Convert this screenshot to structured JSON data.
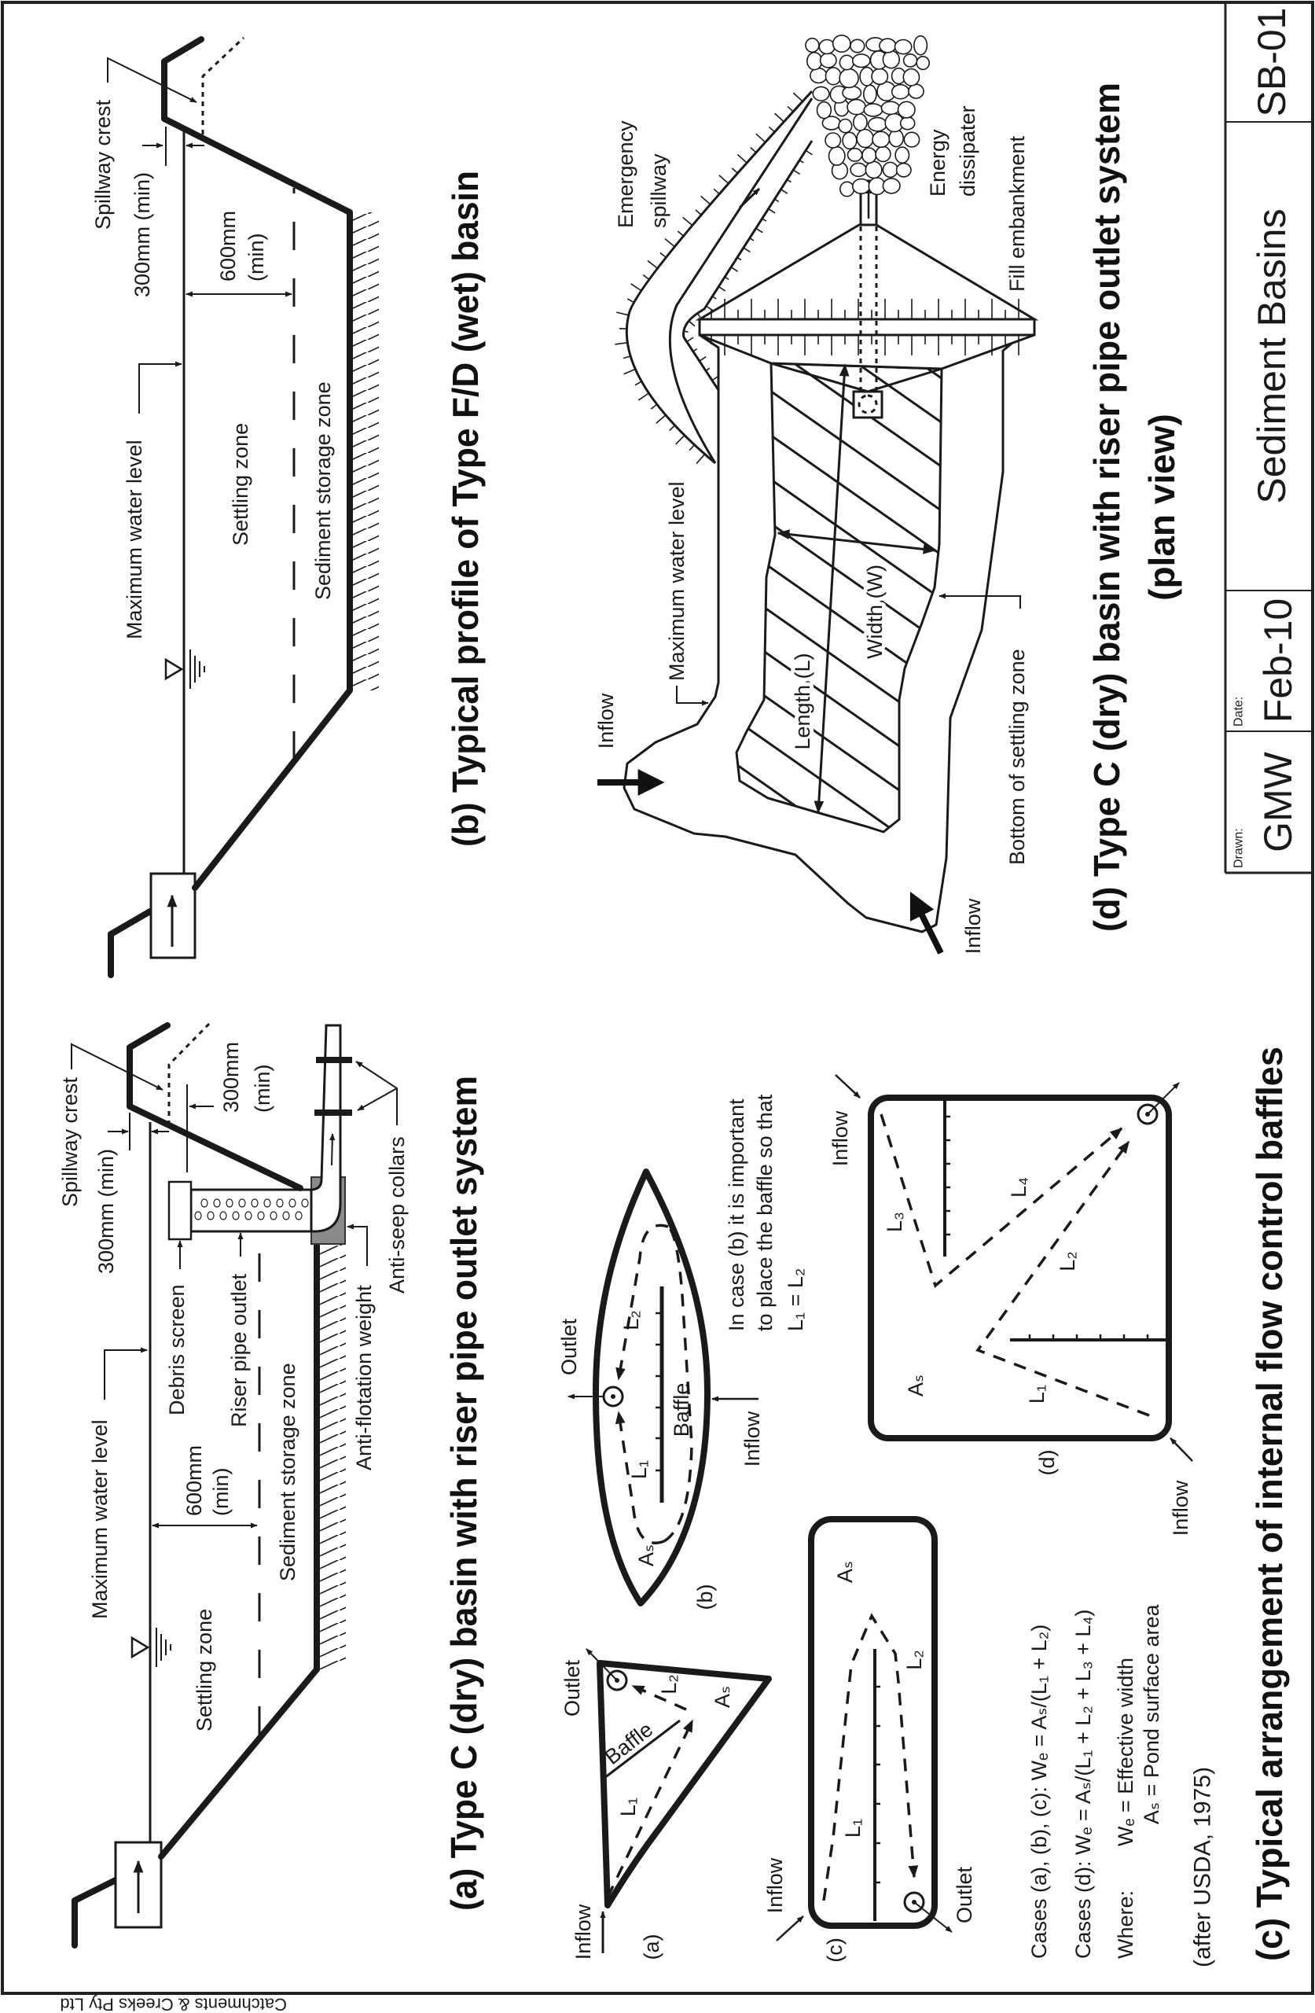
{
  "title_block": {
    "sheet_id": "SB-01",
    "title": "Sediment Basins",
    "date_label": "Date:",
    "date": "Feb-10",
    "drawn_label": "Drawn:",
    "drawn_by": "GMW"
  },
  "footer": "Catchments & Creeks Pty Ltd",
  "colors": {
    "line": "#1a1a1a",
    "anti_flotation_weight": "#8a8a8a",
    "background": "#ffffff"
  },
  "panel_a": {
    "title": "(a) Type C (dry) basin with riser pipe outlet system",
    "maximum_water_level": "Maximum water level",
    "settling_zone": "Settling zone",
    "sediment_storage_zone": "Sediment storage zone",
    "depth_600": "600mm",
    "min": "(min)",
    "debris_screen": "Debris screen",
    "riser_pipe_outlet": "Riser pipe outlet",
    "anti_flotation_weight": "Anti-flotation weight",
    "anti_seep_collars": "Anti-seep collars",
    "spillway_crest": "Spillway crest",
    "freeboard_300": "300mm (min)",
    "crest_300": "300mm"
  },
  "panel_b": {
    "title": "(b) Typical profile of Type F/D (wet) basin",
    "maximum_water_level": "Maximum water level",
    "settling_zone": "Settling zone",
    "sediment_storage_zone": "Sediment storage zone",
    "depth_600": "600mm",
    "min": "(min)",
    "spillway_crest": "Spillway crest",
    "freeboard_300": "300mm (min)"
  },
  "panel_c": {
    "title": "(c) Typical arrangement of internal flow control baffles",
    "inflow": "Inflow",
    "outlet": "Outlet",
    "baffle": "Baffle",
    "L1": "L₁",
    "L2": "L₂",
    "L3": "L₃",
    "L4": "L₄",
    "AS": "Aₛ",
    "case_tags": [
      "(a)",
      "(b)",
      "(c)",
      "(d)"
    ],
    "note": [
      "In case (b) it is important",
      "to place the baffle so that",
      "L₁ = L₂"
    ],
    "formulas": {
      "cases_abc": "Cases (a), (b), (c):  Wₑ = Aₛ/(L₁ + L₂)",
      "cases_d": "Cases (d):  Wₑ = Aₛ/(L₁ + L₂ + L₃ + L₄)",
      "where": "Where:",
      "we_definition": "Wₑ = Effective width",
      "as_definition": "Aₛ = Pond surface area",
      "source": "(after USDA, 1975)"
    }
  },
  "panel_d": {
    "title": "(d) Type C (dry) basin with riser pipe outlet system",
    "subtitle": "(plan view)",
    "emergency_spillway": [
      "Emergency",
      "spillway"
    ],
    "energy_dissipater": [
      "Energy",
      "dissipater"
    ],
    "fill_embankment": "Fill embankment",
    "maximum_water_level": "Maximum water level",
    "inflow": "Inflow",
    "length": "Length (L)",
    "width": "Width (W)",
    "bottom_of_settling_zone": "Bottom of settling zone"
  }
}
